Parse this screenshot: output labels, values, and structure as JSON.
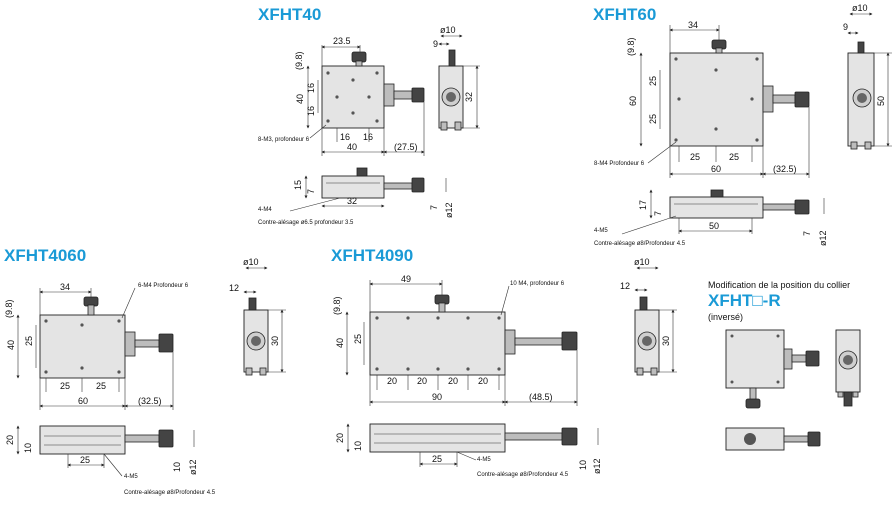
{
  "titles": {
    "xfht40": "XFHT40",
    "xfht60": "XFHT60",
    "xfht4060": "XFHT4060",
    "xfht4090": "XFHT4090",
    "reverse_caption": "Modification de la position du collier",
    "reverse_model": "XFHT□-R",
    "reverse_sub": "(inversé)"
  },
  "xfht40": {
    "d_23_5": "23.5",
    "d_9_8": "(9.8)",
    "d_40_h": "40",
    "d_16a": "16",
    "d_16b": "16",
    "d_16c": "16",
    "d_16d": "16",
    "d_40_w": "40",
    "d_27_5": "(27.5)",
    "d_dia10": "ø10",
    "d_9": "9",
    "d_32_side": "32",
    "note_top": "8-M3, profondeur 6",
    "d_15": "15",
    "d_7": "7",
    "d_32_bottom": "32",
    "d_7b": "7",
    "d_dia12": "ø12",
    "note_m4": "4-M4",
    "note_cb": "Contre-alésage ø6.5 profondeur 3.5"
  },
  "xfht60": {
    "d_34": "34",
    "d_9_8": "(9.8)",
    "d_25a": "25",
    "d_25b": "25",
    "d_60_h": "60",
    "d_25c": "25",
    "d_25d": "25",
    "d_60_w": "60",
    "d_32_5": "(32.5)",
    "d_dia10": "ø10",
    "d_9": "9",
    "d_50_side": "50",
    "note_top": "8-M4 Profondeur 6",
    "d_17": "17",
    "d_7": "7",
    "d_50_bottom": "50",
    "d_7b": "7",
    "d_dia12": "ø12",
    "note_m5": "4-M5",
    "note_cb": "Contre-alésage ø8/Profondeur 4.5"
  },
  "xfht4060": {
    "d_34": "34",
    "d_9_8": "(9.8)",
    "d_40_h": "40",
    "d_25_h": "25",
    "d_25a": "25",
    "d_25b": "25",
    "d_60_w": "60",
    "d_32_5": "(32.5)",
    "d_dia10": "ø10",
    "d_12": "12",
    "d_30_side": "30",
    "note_top": "6-M4 Profondeur 6",
    "d_20": "20",
    "d_10": "10",
    "d_25_bottom": "25",
    "d_10b": "10",
    "d_dia12": "ø12",
    "note_m5": "4-M5",
    "note_cb": "Contre-alésage ø8/Profondeur 4.5"
  },
  "xfht4090": {
    "d_49": "49",
    "d_9_8": "(9.8)",
    "d_40_h": "40",
    "d_25_h": "25",
    "d_20a": "20",
    "d_20b": "20",
    "d_20c": "20",
    "d_20d": "20",
    "d_90_w": "90",
    "d_48_5": "(48.5)",
    "d_dia10": "ø10",
    "d_12": "12",
    "d_30_side": "30",
    "note_top": "10 M4, profondeur 6",
    "d_20": "20",
    "d_10": "10",
    "d_25_bottom": "25",
    "d_10b": "10",
    "d_dia12": "ø12",
    "note_m5": "4-M5",
    "note_cb": "Contre-alésage ø8/Profondeur 4.5"
  }
}
